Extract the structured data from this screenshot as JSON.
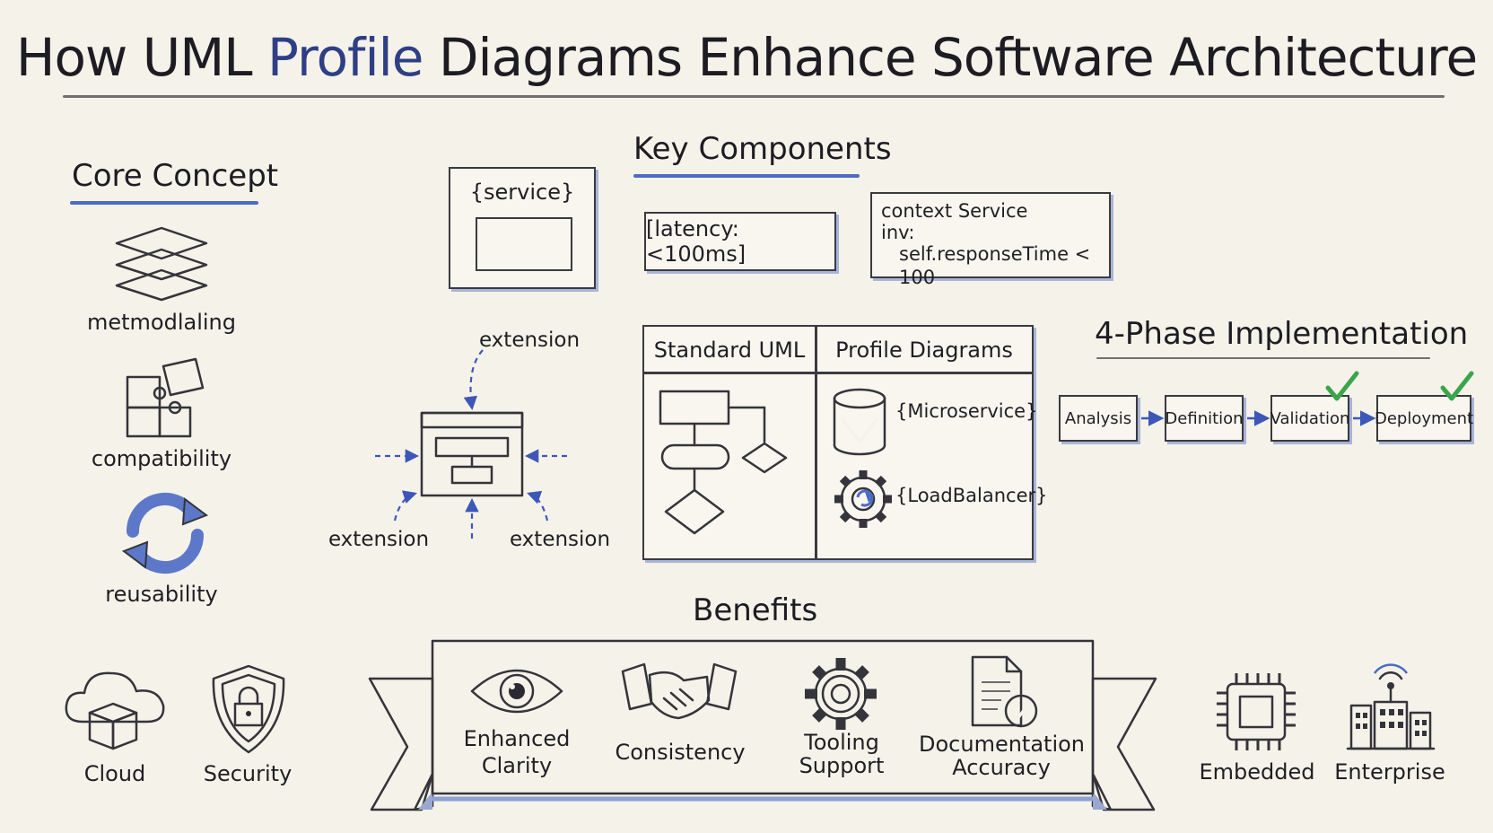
{
  "title": {
    "prefix": "How UML ",
    "highlight": "Profile",
    "suffix": " Diagrams Enhance Software Architecture"
  },
  "core_concept": {
    "heading": "Core Concept",
    "items": [
      {
        "label": "metmodlaling",
        "icon": "layers-icon"
      },
      {
        "label": "compatibility",
        "icon": "puzzle-icon"
      },
      {
        "label": "reusability",
        "icon": "refresh-cycle-icon"
      }
    ]
  },
  "key_components": {
    "heading": "Key Components",
    "stereotype": "{service}",
    "tagged_value": "[latency: <100ms]",
    "constraint": [
      "context Service",
      "inv:",
      "self.responseTime < 100"
    ]
  },
  "extension_diagram": {
    "labels": [
      "extension",
      "extension",
      "extension"
    ]
  },
  "comparison": {
    "left_header": "Standard UML",
    "right_header": "Profile Diagrams",
    "items": [
      {
        "label": "{Microservice}",
        "icon": "database-icon"
      },
      {
        "label": "{LoadBalancer}",
        "icon": "gear-refresh-icon"
      }
    ]
  },
  "implementation": {
    "heading": "4-Phase Implementation",
    "phases": [
      "Analysis",
      "Definition",
      "Validation",
      "Deployment"
    ]
  },
  "domains_left": [
    {
      "label": "Cloud",
      "icon": "cloud-icon"
    },
    {
      "label": "Security",
      "icon": "shield-lock-icon"
    }
  ],
  "domains_right": [
    {
      "label": "Embedded",
      "icon": "chip-icon"
    },
    {
      "label": "Enterprise",
      "icon": "buildings-icon"
    }
  ],
  "benefits": {
    "heading": "Benefits",
    "items": [
      {
        "label_lines": [
          "Enhanced",
          "Clarity"
        ],
        "icon": "eye-icon"
      },
      {
        "label_lines": [
          "Consistency"
        ],
        "icon": "handshake-icon"
      },
      {
        "label_lines": [
          "Tooling",
          "Support"
        ],
        "icon": "gear-icon"
      },
      {
        "label_lines": [
          "Documentation",
          "Accuracy"
        ],
        "icon": "document-check-icon"
      }
    ]
  },
  "colors": {
    "accent": "#2e3f86",
    "blue": "#4c6bc6",
    "check": "#3aa54a",
    "background": "#f5f2e9"
  }
}
